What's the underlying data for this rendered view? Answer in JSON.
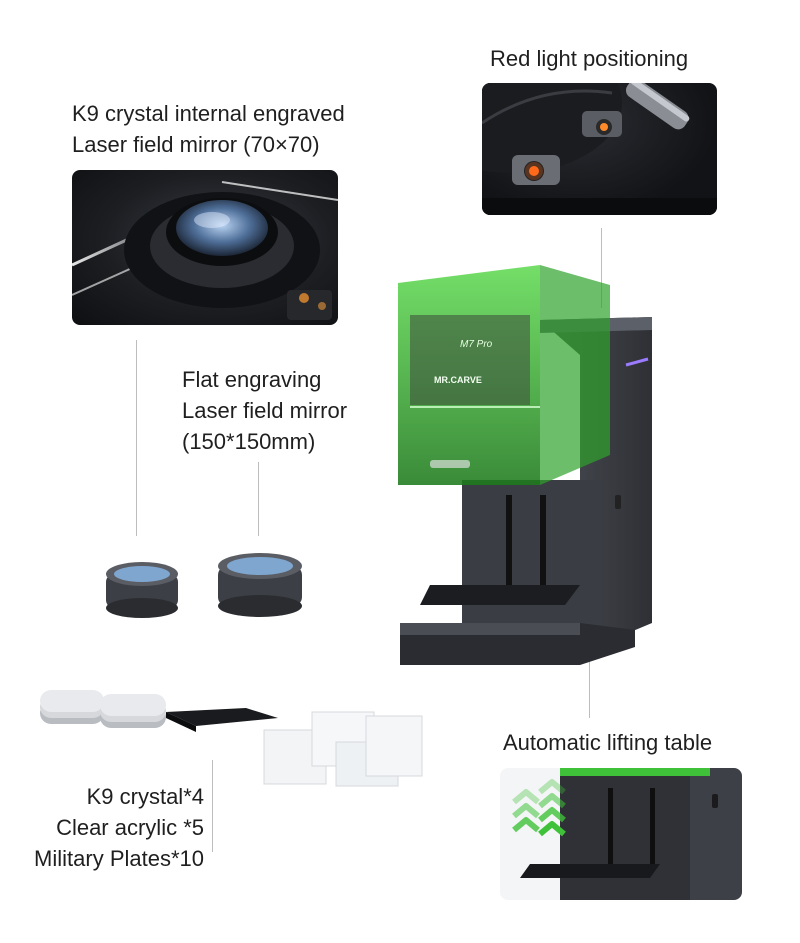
{
  "labels": {
    "k9_mirror_line1": "K9 crystal internal engraved",
    "k9_mirror_line2": "Laser field mirror (70×70)",
    "red_light": "Red light positioning",
    "flat_line1": "Flat engraving",
    "flat_line2": "Laser field mirror",
    "flat_line3": "(150*150mm)",
    "lifting_table": "Automatic lifting table",
    "accessory_line1": "K9 crystal*4",
    "accessory_line2": "Clear acrylic *5",
    "accessory_line3": "Military Plates*10"
  },
  "machine": {
    "model_badge": "M7 Pro",
    "brand_badge": "MR.CARVE"
  },
  "colors": {
    "shield_green": "#3fc23a",
    "body_dark": "#3b3e44",
    "accent_red": "#ff6a1a"
  }
}
